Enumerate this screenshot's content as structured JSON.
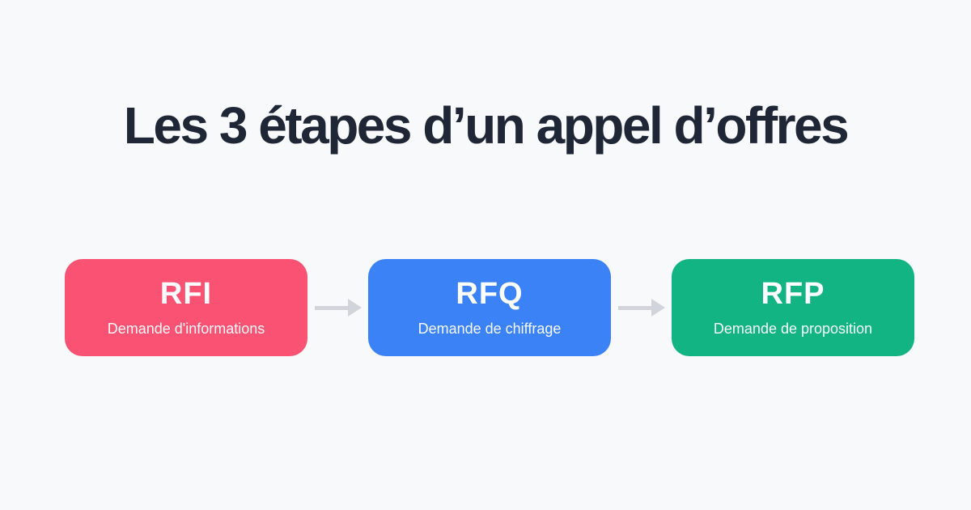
{
  "title": "Les 3 étapes d’un appel d’offres",
  "colors": {
    "background": "#F8F9FB",
    "title_text": "#1F2636",
    "card_text": "#FFFFFF",
    "arrow": "#D1D5DB",
    "rfi": "#FA5272",
    "rfq": "#3B82F6",
    "rfp": "#12B483"
  },
  "steps": [
    {
      "acronym": "RFI",
      "description": "Demande d'informations",
      "color": "#FA5272"
    },
    {
      "acronym": "RFQ",
      "description": "Demande de chiffrage",
      "color": "#3B82F6"
    },
    {
      "acronym": "RFP",
      "description": "Demande de proposition",
      "color": "#12B483"
    }
  ],
  "arrows": [
    {
      "icon": "arrow-right-icon"
    },
    {
      "icon": "arrow-right-icon"
    }
  ]
}
